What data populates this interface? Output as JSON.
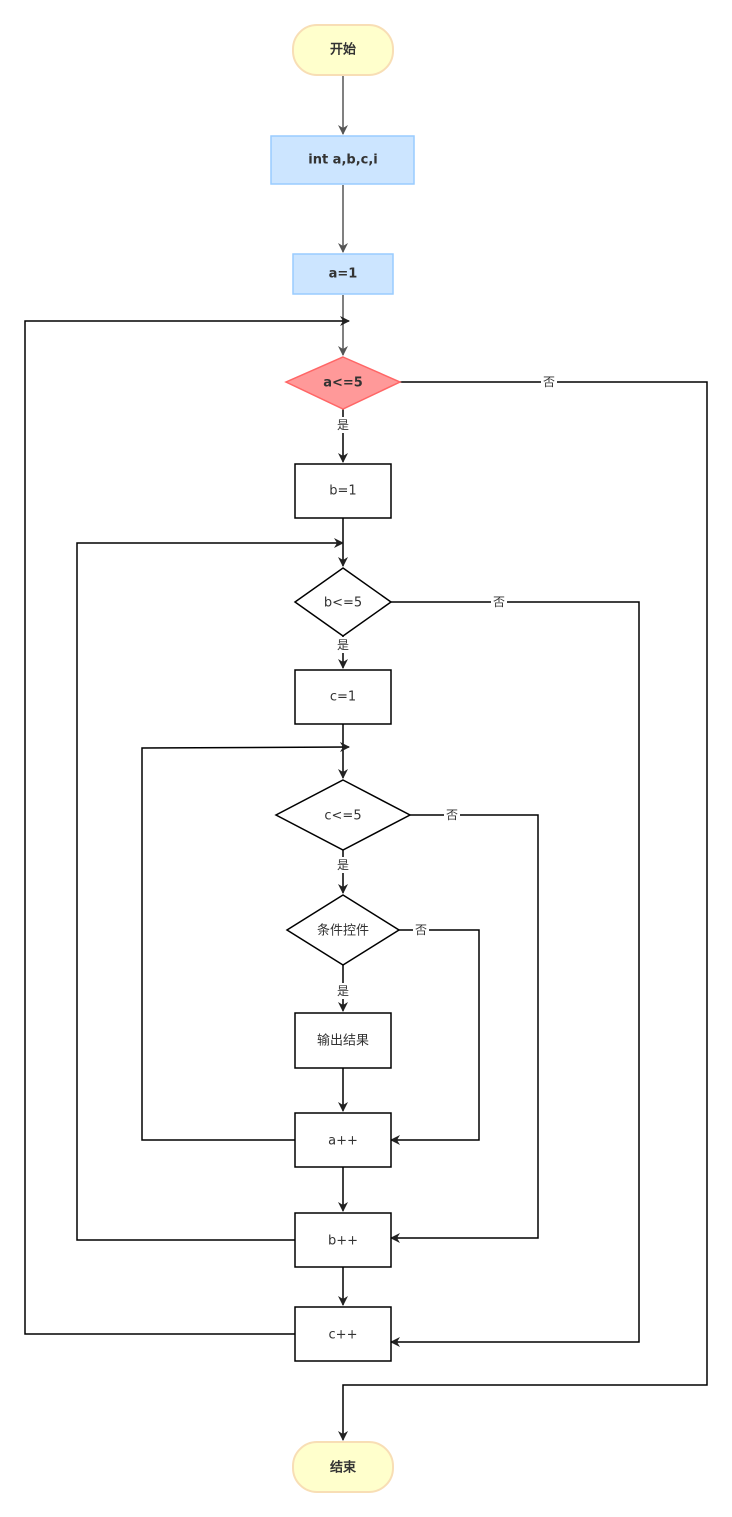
{
  "nodes": {
    "start": "开始",
    "decl": "int a,b,c,i",
    "a_init": "a=1",
    "a_cond": "a<=5",
    "b_init": "b=1",
    "b_cond": "b<=5",
    "c_init": "c=1",
    "c_cond": "c<=5",
    "check": "条件控件",
    "output": "输出结果",
    "a_inc": "a++",
    "b_inc": "b++",
    "c_inc": "c++",
    "end": "结束"
  },
  "edges": {
    "yes": "是",
    "no": "否"
  },
  "colors": {
    "terminal_fill": "#FFFFCC",
    "terminal_stroke": "#F8DEB5",
    "process_fill": "#CCE5FF",
    "process_stroke": "#99CCFF",
    "decision_fill": "#FF9999",
    "decision_stroke": "#FF6666"
  }
}
